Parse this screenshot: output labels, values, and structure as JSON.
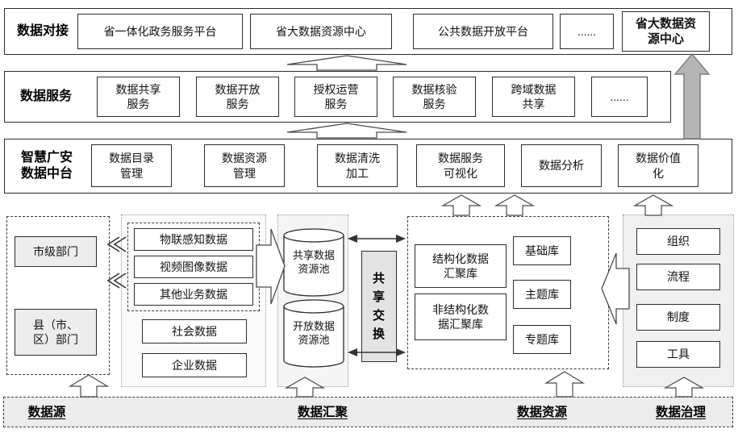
{
  "colors": {
    "box_border": "#2b2b2b",
    "gray_fill": "#ededed",
    "big_arrow_gray": "#b5b5b5"
  },
  "row_docking": {
    "label": "数据对接",
    "items": [
      "省一体化政务服务平台",
      "省大数据资源中心",
      "公共数据开放平台",
      "......",
      "省大数据资源中心"
    ]
  },
  "row_services": {
    "label": "数据服务",
    "items": [
      "数据共享服务",
      "数据开放服务",
      "授权运营服务",
      "数据核验服务",
      "跨域数据共享",
      "......"
    ]
  },
  "row_platform": {
    "label": "智慧广安数据中台",
    "items": [
      "数据目录管理",
      "数据资源管理",
      "数据清洗加工",
      "数据服务可视化",
      "数据分析",
      "数据价值化"
    ]
  },
  "departments": {
    "items": [
      "市级部门",
      "县（市、区）部门"
    ]
  },
  "collection": {
    "sensor_items": [
      "物联感知数据",
      "视频图像数据",
      "其他业务数据"
    ],
    "social": "社会数据",
    "enterprise": "企业数据"
  },
  "pools": {
    "shared": "共享数据资源池",
    "open": "开放数据资源池"
  },
  "exchange": {
    "label": "共享交换"
  },
  "resources": {
    "structured": "结构化数据汇聚库",
    "unstructured": "非结构化数据汇聚库",
    "libraries": [
      "基础库",
      "主题库",
      "专题库"
    ]
  },
  "governance": {
    "items": [
      "组织",
      "流程",
      "制度",
      "工具"
    ]
  },
  "footer": {
    "labels": [
      "数据源",
      "数据汇聚",
      "数据资源",
      "数据治理"
    ]
  }
}
